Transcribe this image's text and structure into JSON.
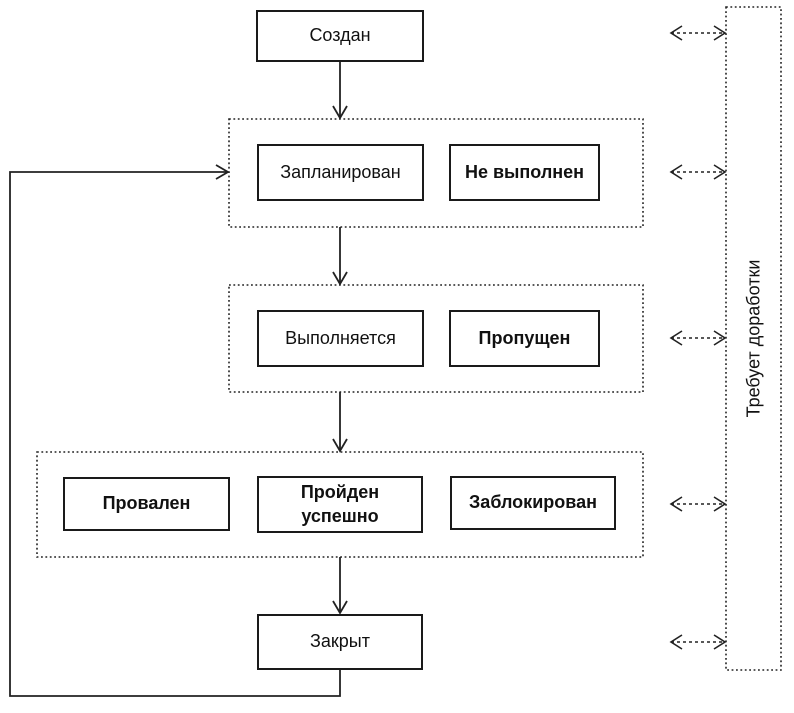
{
  "diagram": {
    "nodes": {
      "created": "Создан",
      "planned": "Запланирован",
      "not_executed": "Не выполнен",
      "executing": "Выполняется",
      "skipped": "Пропущен",
      "failed": "Провален",
      "passed": "Пройден успешно",
      "blocked": "Заблокирован",
      "closed": "Закрыт",
      "needs_rework": "Требует доработки"
    },
    "colors": {
      "line": "#222222",
      "node_border": "#1a1a1a",
      "text": "#111111",
      "background": "#ffffff"
    }
  }
}
